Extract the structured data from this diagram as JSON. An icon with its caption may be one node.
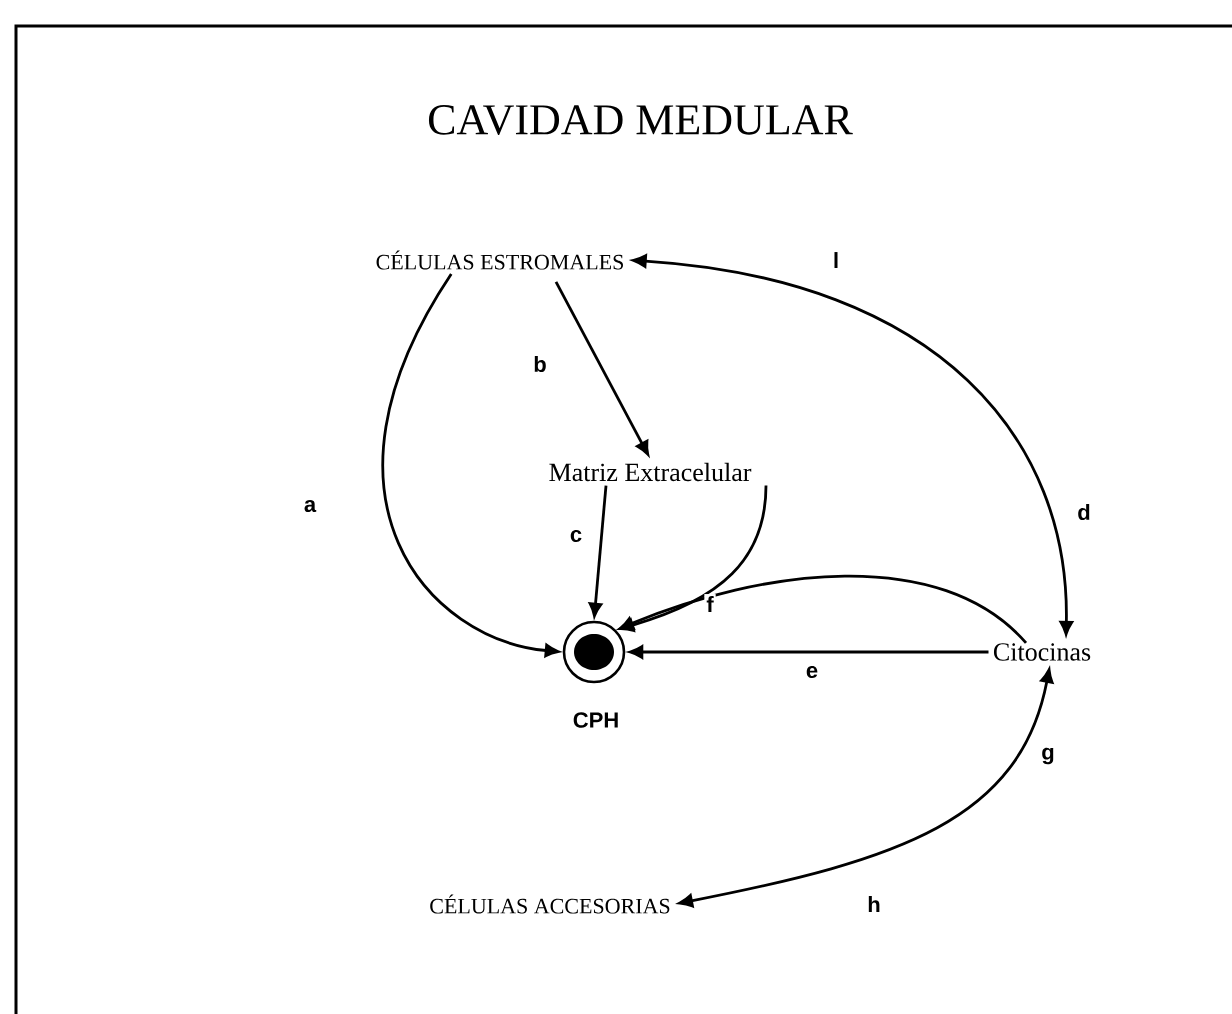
{
  "diagram": {
    "title": "CAVIDAD MEDULAR",
    "nodes": [
      {
        "text": [
          "CÉLULAS ESTROMALES"
        ]
      },
      {
        "text": [
          "Matriz Extracelular"
        ]
      },
      {
        "text": [
          "CPH"
        ]
      },
      {
        "text": [
          "Citocinas"
        ]
      },
      {
        "text": [
          "CÉLULAS ACCESORIAS"
        ]
      }
    ],
    "edges": [
      {
        "from": 0,
        "to": 2,
        "arrow": "to",
        "label": "a"
      },
      {
        "from": 0,
        "to": 1,
        "arrow": "to",
        "label": "b"
      },
      {
        "from": 1,
        "to": 2,
        "arrow": "to",
        "label": "c"
      },
      {
        "from": 1,
        "to": 2,
        "arrow": "to"
      },
      {
        "from": 3,
        "to": 2,
        "arrow": "to",
        "label": "f"
      },
      {
        "from": 3,
        "to": 2,
        "arrow": "to",
        "label": "e"
      },
      {
        "from": 0,
        "to": 3,
        "arrow": "both",
        "label": "d"
      },
      {
        "from": 3,
        "to": 4,
        "arrow": "both",
        "label": "g"
      }
    ],
    "labels": [
      "l",
      "h"
    ]
  }
}
